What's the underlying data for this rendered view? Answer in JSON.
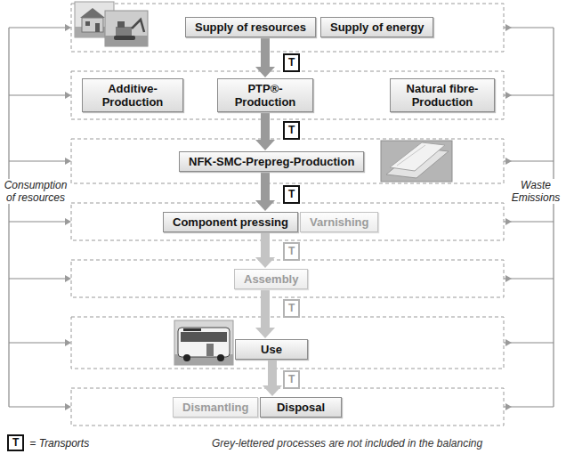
{
  "diagram": {
    "nodes": [
      {
        "text": [
          "Supply of resources"
        ]
      },
      {
        "text": [
          "Supply of energy"
        ]
      },
      {
        "text": [
          "T"
        ]
      },
      {
        "text": [
          "Additive-Production"
        ]
      },
      {
        "text": [
          "PTP®-Production"
        ]
      },
      {
        "text": [
          "Natural fibre-Production"
        ]
      },
      {
        "text": [
          "T"
        ]
      },
      {
        "text": [
          "NFK-SMC-Prepreg-Production"
        ]
      },
      {
        "text": [
          "T"
        ]
      },
      {
        "text": [
          "Component pressing"
        ]
      },
      {
        "text": [
          "Varnishing"
        ]
      },
      {
        "text": [
          "T"
        ]
      },
      {
        "text": [
          "Assembly"
        ]
      },
      {
        "text": [
          "T"
        ]
      },
      {
        "text": [
          "Use"
        ]
      },
      {
        "text": [
          "T"
        ]
      },
      {
        "text": [
          "Dismantling"
        ]
      },
      {
        "text": [
          "Disposal"
        ]
      }
    ],
    "edges": [
      {
        "from": 0,
        "to": 4,
        "arrow": "to"
      },
      {
        "from": 4,
        "to": 7,
        "arrow": "to"
      },
      {
        "from": 7,
        "to": 9,
        "arrow": "to"
      },
      {
        "from": 9,
        "to": 12,
        "arrow": "to"
      },
      {
        "from": 12,
        "to": 14,
        "arrow": "to"
      },
      {
        "from": 14,
        "to": 17,
        "arrow": "to"
      }
    ],
    "labels": [
      "Consumption of resources",
      "Waste Emissions",
      "T",
      "Grey-lettered processes are not included in the balancing"
    ],
    "legend": [
      {
        "text": "= Transports"
      }
    ]
  }
}
